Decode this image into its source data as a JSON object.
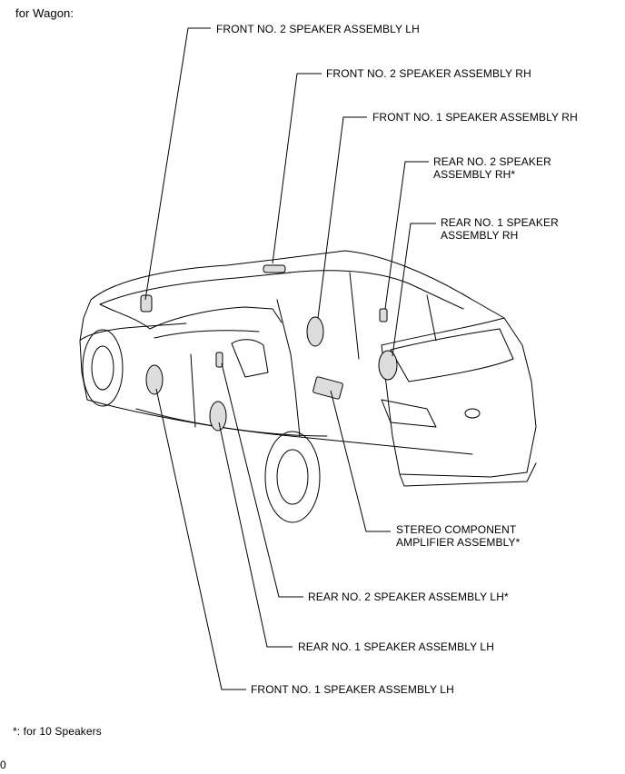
{
  "header": {
    "variant": "for Wagon:"
  },
  "labels": {
    "front2_lh": "FRONT NO. 2 SPEAKER ASSEMBLY LH",
    "front2_rh": "FRONT NO. 2 SPEAKER ASSEMBLY RH",
    "front1_rh": "FRONT NO. 1 SPEAKER ASSEMBLY RH",
    "rear2_rh": "REAR NO. 2 SPEAKER\nASSEMBLY RH*",
    "rear1_rh": "REAR NO. 1 SPEAKER\nASSEMBLY RH",
    "amplifier": "STEREO COMPONENT\nAMPLIFIER ASSEMBLY*",
    "rear2_lh": "REAR NO. 2 SPEAKER ASSEMBLY LH*",
    "rear1_lh": "REAR NO. 1 SPEAKER ASSEMBLY LH",
    "front1_lh": "FRONT NO. 1 SPEAKER ASSEMBLY LH"
  },
  "footnote": "*: for 10 Speakers",
  "corner_mark": "0"
}
